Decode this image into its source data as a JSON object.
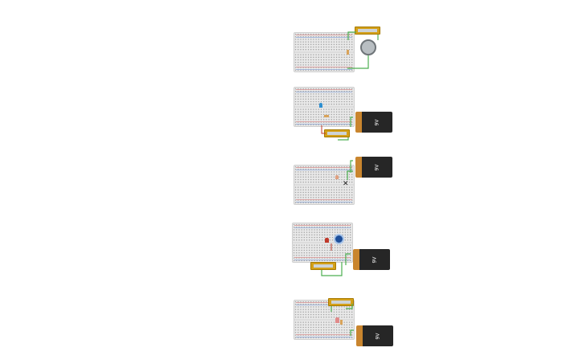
{
  "canvas": {
    "background": "#ffffff"
  },
  "colors": {
    "wire": "#4caf50",
    "breadboard": "#e9e9e9",
    "battery_cap": "#c9852e",
    "battery_body": "#262626",
    "potentiometer": "#d4a019"
  },
  "circuits": [
    {
      "name": "circuit-1",
      "components": [
        "breadboard",
        "potentiometer",
        "dc-motor",
        "wires"
      ]
    },
    {
      "name": "circuit-2",
      "components": [
        "breadboard",
        "blue-led",
        "resistor",
        "potentiometer",
        "9v-battery",
        "wires"
      ]
    },
    {
      "name": "circuit-3",
      "components": [
        "breadboard",
        "led",
        "switch",
        "9v-battery",
        "wires"
      ]
    },
    {
      "name": "circuit-4",
      "components": [
        "breadboard",
        "red-led",
        "piezo-buzzer",
        "potentiometer",
        "9v-battery",
        "wires"
      ]
    },
    {
      "name": "circuit-5",
      "components": [
        "breadboard",
        "red-led",
        "resistor",
        "potentiometer",
        "9v-battery",
        "wires"
      ]
    }
  ],
  "battery_label": "9V",
  "icons": [
    "motor-icon",
    "led-icon",
    "switch-icon",
    "buzzer-icon",
    "battery-icon"
  ]
}
